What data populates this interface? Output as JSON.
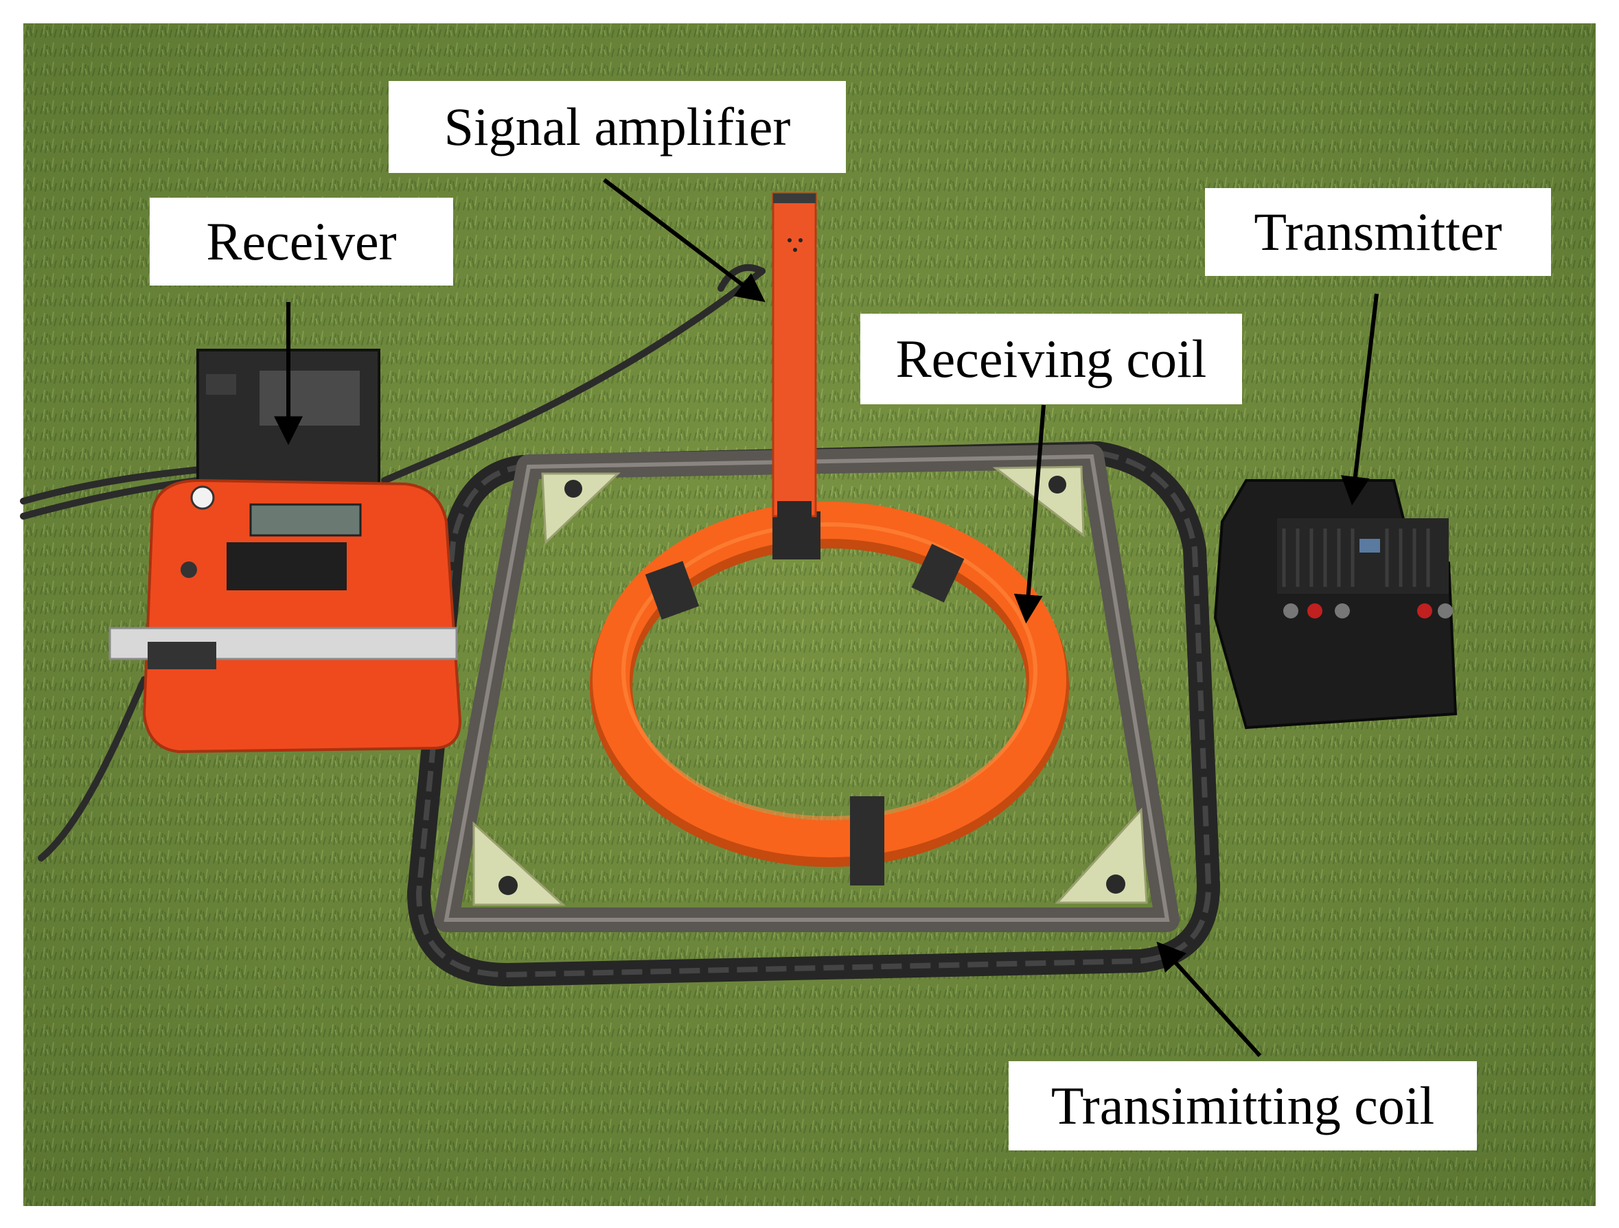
{
  "labels": {
    "signal_amplifier": "Signal amplifier",
    "receiver": "Receiver",
    "transmitter": "Transmitter",
    "receiving_coil": "Receiving coil",
    "transmitting_coil": "Transimitting coil"
  },
  "colors": {
    "grass_dark": "#4e6a2c",
    "grass_mid": "#6f8a3c",
    "grass_light": "#93a957",
    "receiver_case": "#ee4a1e",
    "amplifier": "#ee5526",
    "receiving_coil": "#f8641c",
    "frame": "#5a5652",
    "corner_plate": "#d6dcb0",
    "transmitter_body": "#1c1c1c",
    "cable": "#2b2b2b",
    "arrow": "#000000"
  }
}
